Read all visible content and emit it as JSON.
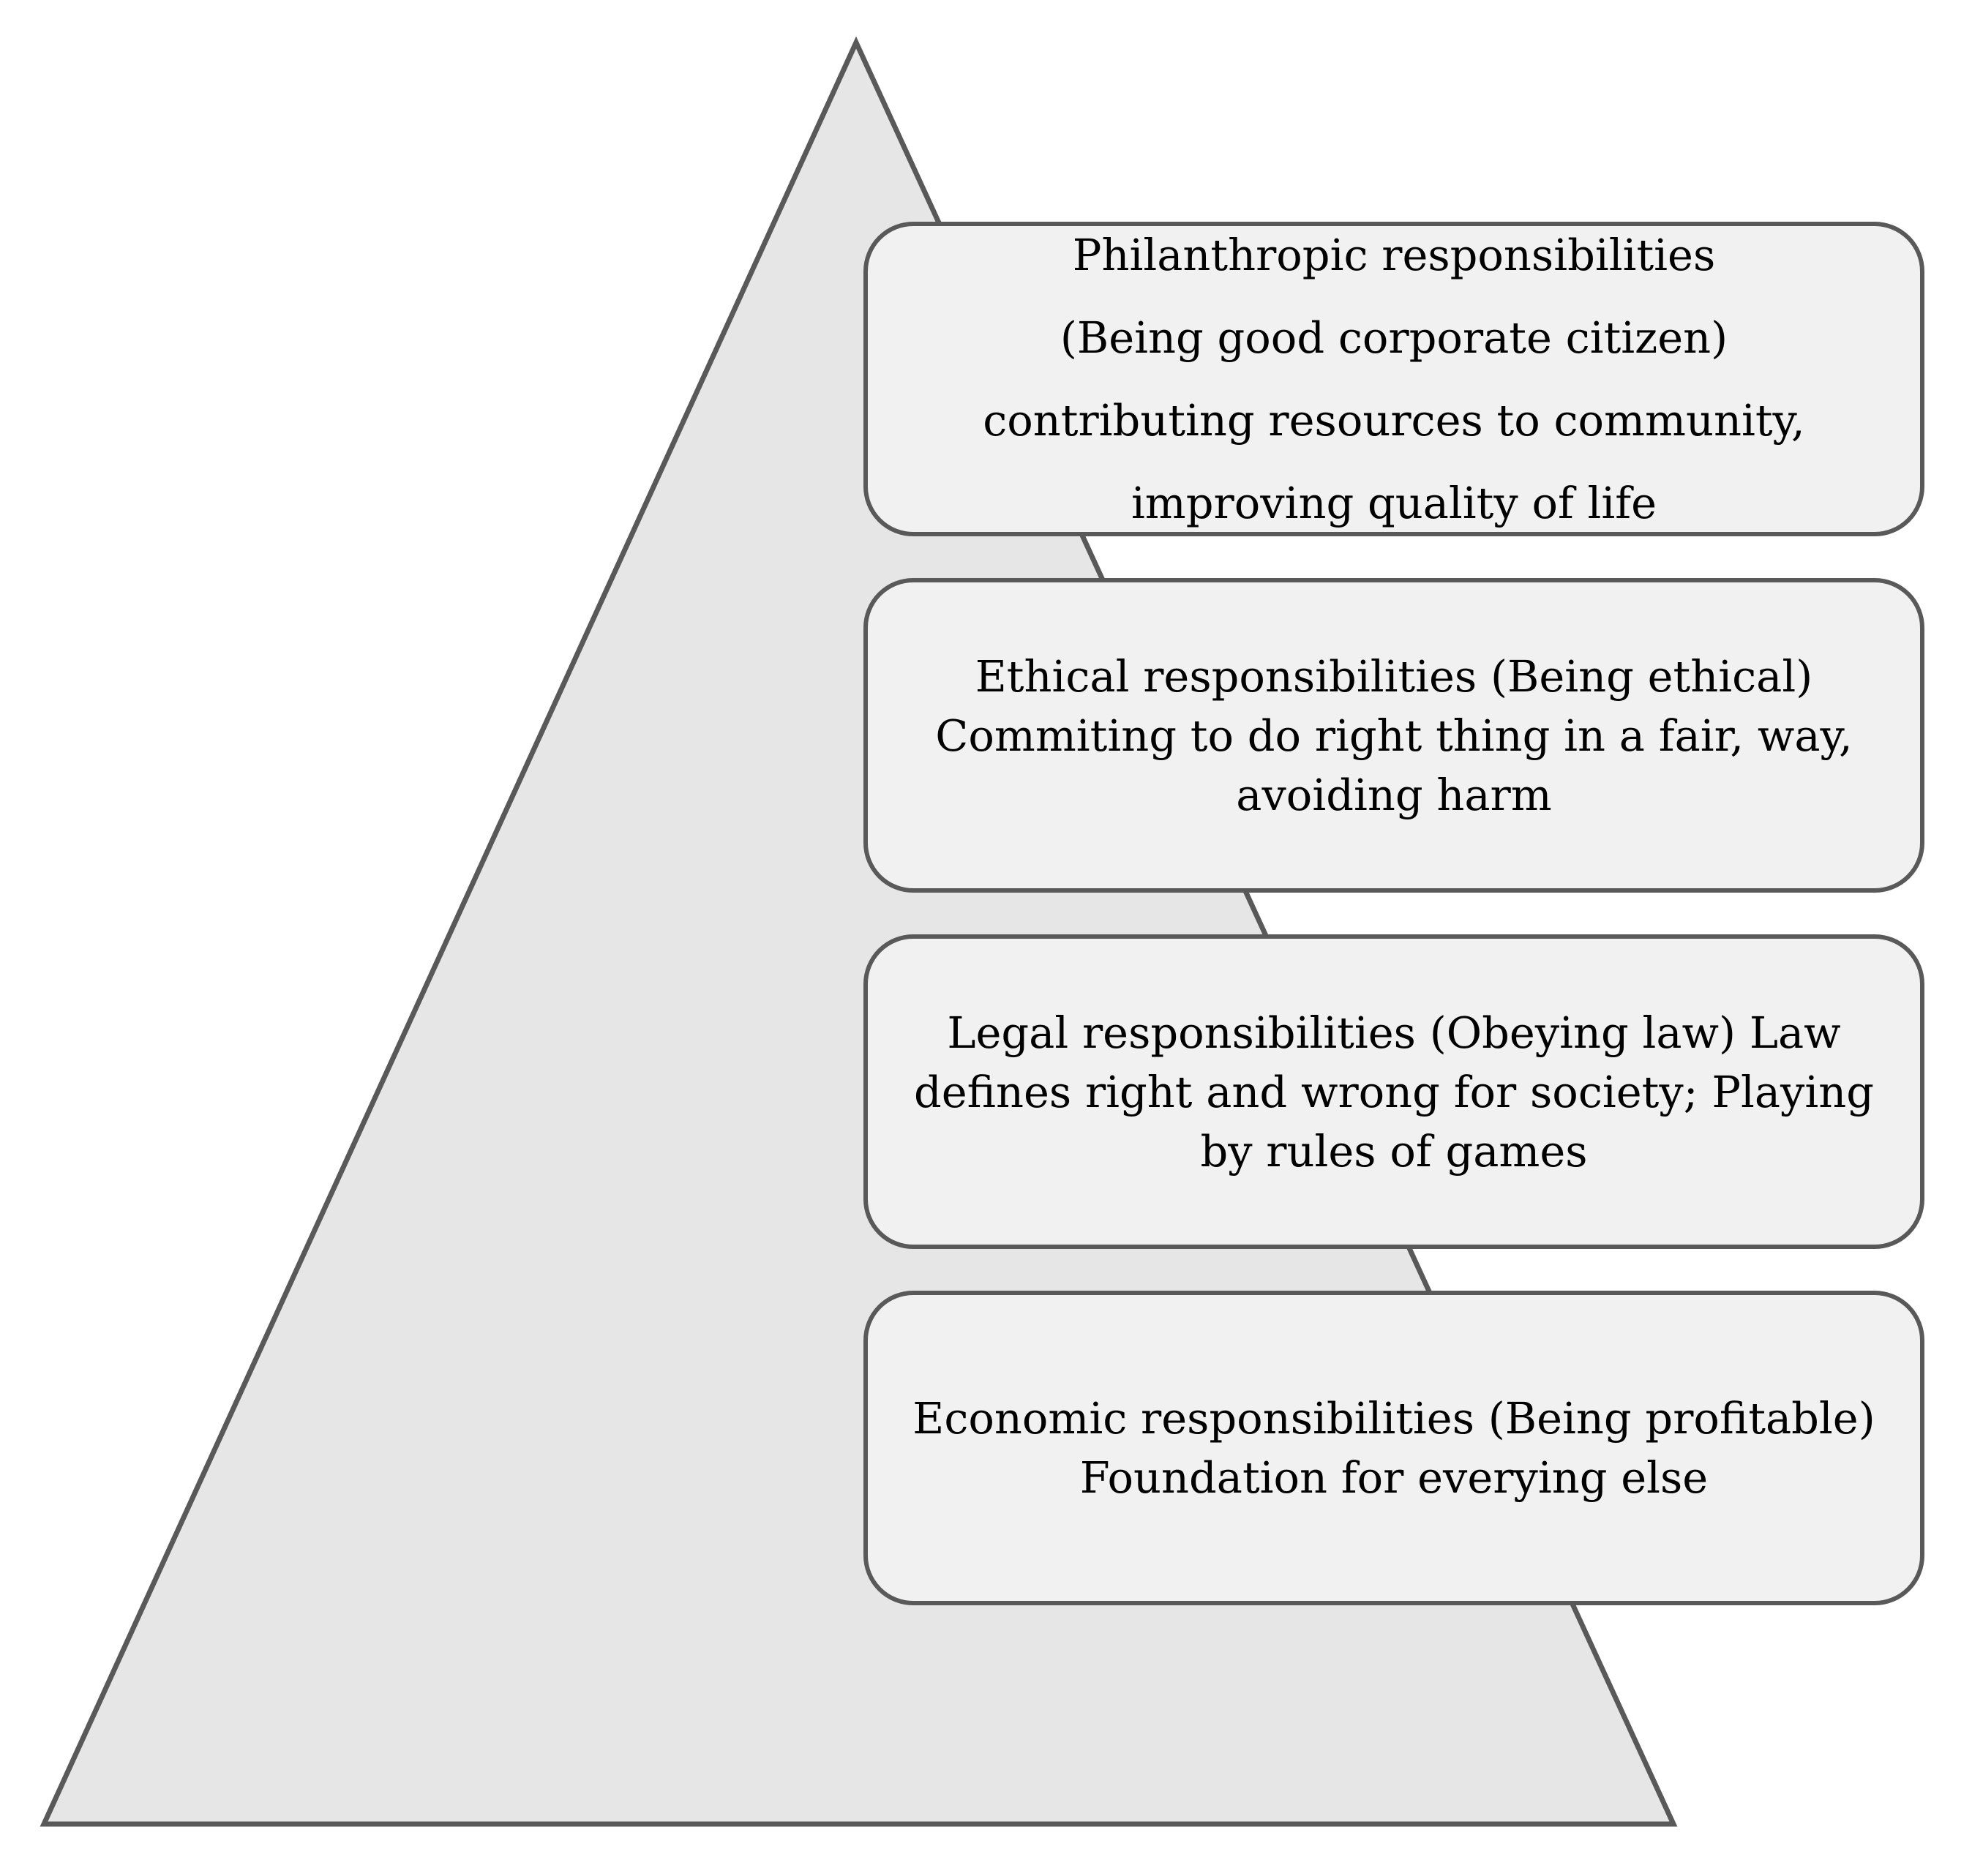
{
  "tiers": [
    {
      "lines": [
        "Philanthropic responsibilities",
        "(Being good corporate citizen)",
        "contributing resources to community,",
        "improving quality of life"
      ]
    },
    {
      "lines": [
        "Ethical responsibilities (Being ethical)",
        "Commiting to do right thing in a fair, way,",
        "avoiding harm"
      ]
    },
    {
      "lines": [
        "Legal responsibilities (Obeying law) Law",
        "defines right and wrong for society; Playing",
        "by rules of games"
      ]
    },
    {
      "lines": [
        "Economic responsibilities (Being profitable)",
        "Foundation for everying else"
      ]
    }
  ],
  "colors": {
    "pyramid_fill": "#e6e6e6",
    "box_fill": "#f1f1f1",
    "outline": "#595959",
    "text": "#000000"
  }
}
